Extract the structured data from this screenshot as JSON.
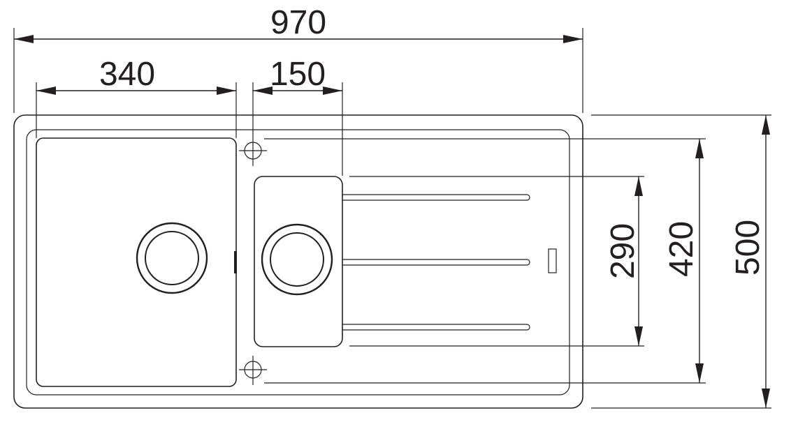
{
  "dimensions": {
    "overall_width": "970",
    "bowl_width": "340",
    "bowl_offset": "150",
    "drainer_height": "290",
    "inner_height": "420",
    "overall_height": "500"
  },
  "colors": {
    "line": "#231f20",
    "background": "#ffffff"
  }
}
